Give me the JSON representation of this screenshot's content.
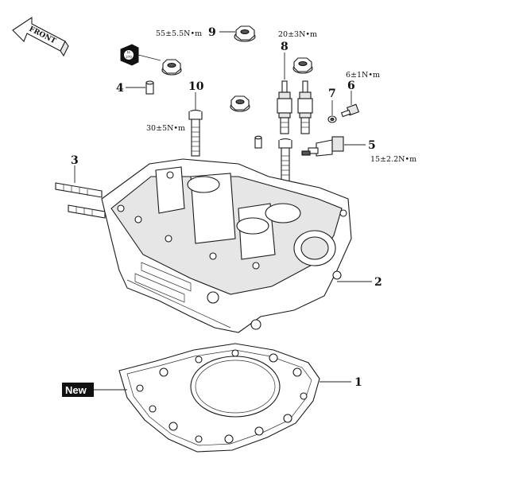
{
  "front_label": "FRONT",
  "new_tag": "New",
  "callouts": [
    {
      "id": "1",
      "label": "1"
    },
    {
      "id": "2",
      "label": "2"
    },
    {
      "id": "3",
      "label": "3"
    },
    {
      "id": "4",
      "label": "4"
    },
    {
      "id": "5",
      "label": "5"
    },
    {
      "id": "6",
      "label": "6"
    },
    {
      "id": "7",
      "label": "7"
    },
    {
      "id": "8",
      "label": "8"
    },
    {
      "id": "9",
      "label": "9"
    },
    {
      "id": "10",
      "label": "10"
    }
  ],
  "torques": {
    "t9": "55±5.5N•m",
    "t8": "20±3N•m",
    "t6": "6±1N•m",
    "t10": "30±5N•m",
    "t5": "15±2.2N•m"
  },
  "threadlock_badge": "1L\n270"
}
